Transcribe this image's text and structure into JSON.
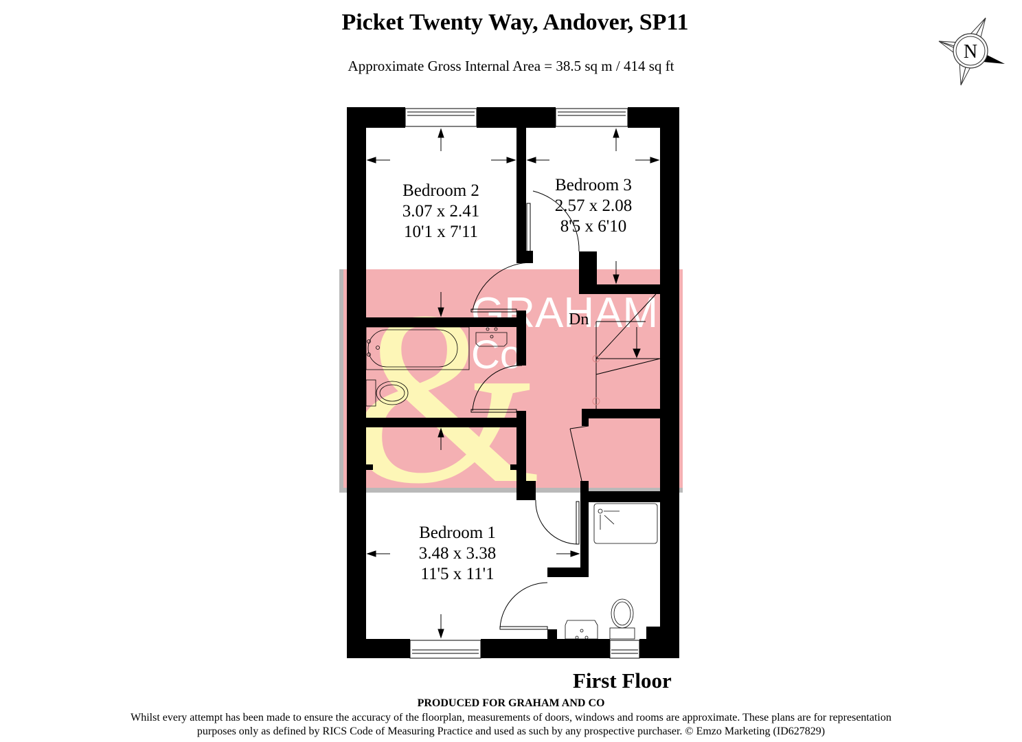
{
  "header": {
    "title": "Picket Twenty Way, Andover, SP11",
    "subtitle": "Approximate Gross Internal Area = 38.5 sq m / 414 sq ft"
  },
  "compass": {
    "icon": "north-compass-icon",
    "label": "N"
  },
  "watermark": {
    "text_line1": "GRAHAM",
    "text_line2": "Co",
    "symbol": "&",
    "colors": {
      "background": "#f4b0b3",
      "ampersand": "#fdf6b7",
      "shadow": "#b9b9b9",
      "text": "#ffffff"
    }
  },
  "rooms": [
    {
      "name": "Bedroom 2",
      "metric": "3.07 x 2.41",
      "imperial": "10'1 x 7'11"
    },
    {
      "name": "Bedroom 3",
      "metric": "2.57 x 2.08",
      "imperial": "8'5 x 6'10"
    },
    {
      "name": "Bedroom 1",
      "metric": "3.48 x 3.38",
      "imperial": "11'5 x 11'1"
    }
  ],
  "stairs": {
    "label": "Dn"
  },
  "floor_label": "First Floor",
  "footer": {
    "produced_for": "PRODUCED FOR GRAHAM AND CO",
    "disclaimer_line1": "Whilst every attempt has been made to ensure the accuracy of the floorplan, measurements of doors, windows and rooms are approximate. These plans are for representation",
    "disclaimer_line2": "purposes only as defined by RICS Code of Measuring Practice and used as such by any prospective purchaser. © Emzo Marketing (ID627829)"
  }
}
